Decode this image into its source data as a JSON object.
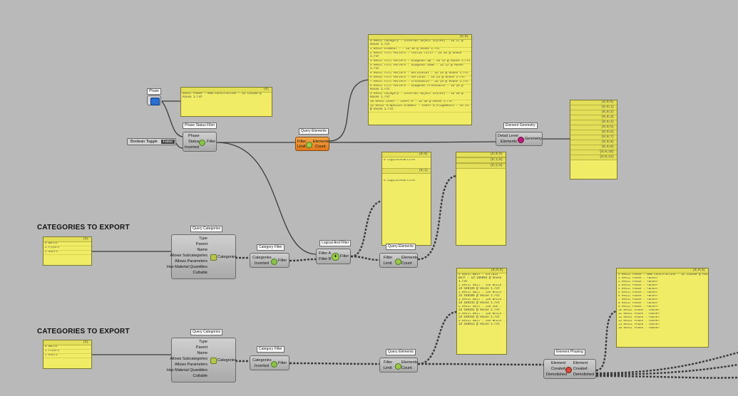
{
  "colors": {
    "canvas": "#b9b9b9",
    "panel": "#f0ec66",
    "component": "#bdbdbd",
    "highlight": "#f08a28"
  },
  "headings": {
    "top": "CATEGORIES TO EXPORT",
    "bottom": "CATEGORIES TO EXPORT"
  },
  "phase": {
    "tag": "Phase",
    "icon": "phase-icon"
  },
  "phase_panel": {
    "header": "(0)",
    "lines": [
      "Revit Phase : New Construction : id 118390 @ House 1.rvt"
    ]
  },
  "boolean_toggle": {
    "label": "Boolean Toggle",
    "value": "False"
  },
  "phase_status_filter": {
    "tag": "Phase Status Filter",
    "inputs": [
      "Phase",
      "Status",
      "Inverted"
    ],
    "output": "Filter"
  },
  "query_elements_main": {
    "tag": "Query Elements",
    "inputs": [
      "Filter",
      "Limit"
    ],
    "outputs": [
      "Elements",
      "Count"
    ]
  },
  "elements_panel": {
    "header": "{0;0}",
    "lines": [
      "0  Revit Category : Internal Object Styles) : id 17 @ House 1.rvt",
      "1  Revit Element : : id 19 @ House 1.rvt",
      "2  Revit Fill Pattern : <Solid fill> : id 20 @ House 1.rvt",
      "3  Revit Fill Pattern : Diagonal up : id 21 @ House 1.rvt",
      "4  Revit Fill Pattern : Diagonal down : id 22 @ House 1.rvt",
      "5  Revit Fill Pattern : Horizontal : id 23 @ House 1.rvt",
      "6  Revit Fill Pattern : Vertical : id 24 @ House 1.rvt",
      "7  Revit Fill Pattern : Crosshatch : id 25 @ House 1.rvt",
      "8  Revit Fill Pattern : Diagonal crosshatch : id 26 @ House 1.rvt",
      "9  Revit Category : Internal Object Styles) : id 28 @ House 1.rvt",
      "10 Revit Level : Level 0 : id 30 @ House 1.rvt",
      "11 Revit Graphical Element : Level 0_Alignments : id 31 @ House 1.rvt"
    ]
  },
  "element_geometry": {
    "tag": "Element Geometry",
    "inputs": [
      "Detail Level",
      "Elements"
    ],
    "output": "Geometry"
  },
  "geometry_panel": {
    "lines": [
      "{0;0;0}",
      "{0;0;1}",
      "{0;0;2}",
      "{0;0;3}",
      "{0;0;4}",
      "{0;0;5}",
      "{0;0;6}",
      "{0;0;7}",
      "{0;0;8}",
      "{0;0;9}",
      "{0;0;10}",
      "{0;0;11}"
    ]
  },
  "logical_panel": {
    "sections": [
      {
        "header": "{0;0}",
        "line": "0 LogicalAndFilter"
      },
      {
        "header": "{0;1}",
        "line": "0 LogicalAndFilter"
      }
    ]
  },
  "empty_panel": {
    "headers": [
      "{0;0;0}",
      "{0;1;0}",
      "{0;2;0}"
    ]
  },
  "logical_and_filter": {
    "tag": "Logical And Filter",
    "inputs": [
      "Filter A",
      "Filter B"
    ],
    "output": "Filter"
  },
  "query_elements_mid": {
    "tag": "Query Elements",
    "inputs": [
      "Filter",
      "Limit"
    ],
    "outputs": [
      "Elements",
      "Count"
    ]
  },
  "categories_panel_top": {
    "header": "{0}",
    "lines": [
      "0 Walls",
      "1 Floors",
      "2 Roofs"
    ]
  },
  "query_categories_top": {
    "tag": "Query Categories",
    "inputs": [
      "Type",
      "Parent",
      "Name",
      "Allows Subcategories",
      "Allows Parameters",
      "Has Material Quantities",
      "Cuttable"
    ],
    "output": "Categories"
  },
  "category_filter_top": {
    "tag": "Category Filter",
    "inputs": [
      "Categories",
      "Inverted"
    ],
    "output": "Filter"
  },
  "categories_panel_bottom": {
    "header": "{0}",
    "lines": [
      "0 Walls",
      "1 Floors",
      "2 Roofs"
    ]
  },
  "query_categories_bottom": {
    "tag": "Query Categories",
    "inputs": [
      "Type",
      "Parent",
      "Name",
      "Allows Subcategories",
      "Allows Parameters",
      "Has Material Quantities",
      "Cuttable"
    ],
    "output": "Categories"
  },
  "category_filter_bottom": {
    "tag": "Category Filter",
    "inputs": [
      "Categories",
      "Inverted"
    ],
    "output": "Filter"
  },
  "query_elements_bottom": {
    "tag": "Query Elements",
    "inputs": [
      "Filter",
      "Limit"
    ],
    "outputs": [
      "Elements",
      "Count"
    ]
  },
  "walls_panel": {
    "header": "{0;0;0}",
    "lines": [
      "0  Revit Wall : Curtain Wall : id 186065 @ House 1.rvt",
      "1  Revit Wall : 140 White : id 188159 @ House 1.rvt",
      "2  Revit Wall : 140 White : id 188209 @ House 1.rvt",
      "3  Revit Wall : 140 White : id 188243 @ House 1.rvt",
      "4  Revit Wall : 140 Oak : id 188451 @ House 1.rvt",
      "5  Revit Wall : 140 White : id 188462 @ House 1.rvt",
      "6  Revit Wall : 140 White : id 188513 @ House 1.rvt"
    ]
  },
  "element_phasing": {
    "tag": "Element Phasing",
    "inputs": [
      "Element",
      "Created",
      "Demolished"
    ],
    "outputs": [
      "Element",
      "Created",
      "Demolished"
    ]
  },
  "phasing_panel": {
    "header": "{0;0;0}",
    "lines": [
      "0  Revit Phase : New Construction : id 118390 @ House 1.rvt",
      "1  Revit Phase : <None>",
      "2  Revit Phase : <None>",
      "3  Revit Phase : <None>",
      "4  Revit Phase : <None>",
      "5  Revit Phase : <None>",
      "6  Revit Phase : <None>",
      "7  Revit Phase : <None>",
      "8  Revit Phase : <None>",
      "9  Revit Phase : <None>",
      "10 Revit Phase : <None>",
      "11 Revit Phase : <None>",
      "12 Revit Phase : <None>",
      "13 Revit Phase : <None>",
      "14 Revit Phase : <None>",
      "15 Revit Phase : <None>"
    ]
  }
}
